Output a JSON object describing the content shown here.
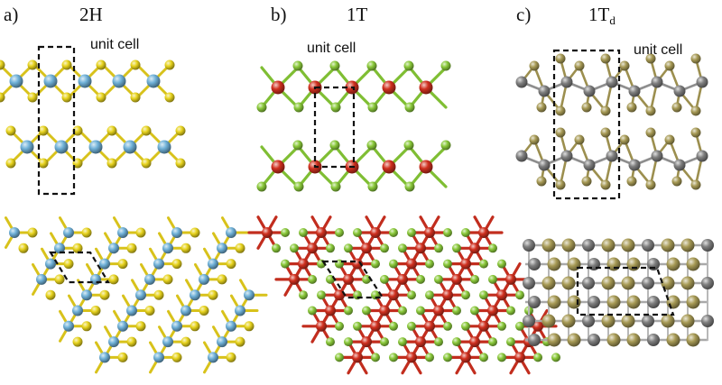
{
  "panels": [
    {
      "letter": "a)",
      "phase": "2H",
      "phase_sub": "",
      "unit_cell_label": "unit cell",
      "colors": {
        "metal": "#6fb1d8",
        "chalcogen": "#e7d31d",
        "bond_metal": "#6fb1d8",
        "bond_chalc": "#d8c21b"
      }
    },
    {
      "letter": "b)",
      "phase": "1T",
      "phase_sub": "",
      "unit_cell_label": "unit cell",
      "colors": {
        "metal": "#d0301f",
        "chalcogen": "#8ac93a",
        "bond_metal": "#c22d1e",
        "bond_chalc": "#7fbe33"
      }
    },
    {
      "letter": "c)",
      "phase": "1T",
      "phase_sub": "d",
      "unit_cell_label": "unit cell",
      "colors": {
        "metal": "#7f7f7f",
        "chalcogen": "#a79a55",
        "bond_metal": "#8e8e8e",
        "bond_chalc": "#9c8f4f"
      }
    }
  ]
}
